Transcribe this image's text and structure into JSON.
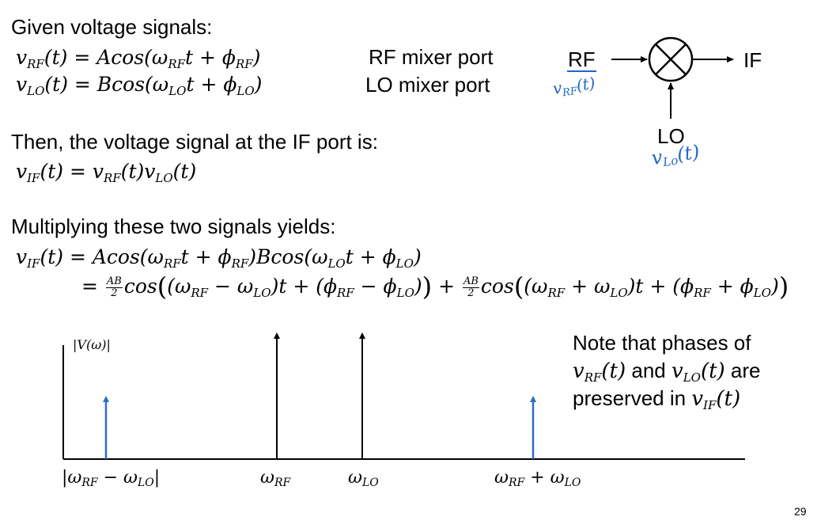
{
  "heading_given": "Given voltage signals:",
  "eq_rf": {
    "lhs": "v",
    "lhs_sub": "RF",
    "mid": "(t) = Acos(ω",
    "w_sub": "RF",
    "rest": "t + ϕ",
    "phi_sub": "RF",
    "end": ")"
  },
  "eq_lo": {
    "lhs": "v",
    "lhs_sub": "LO",
    "mid": "(t) = Bcos(ω",
    "w_sub": "LO",
    "rest": "t + ϕ",
    "phi_sub": "LO",
    "end": ")"
  },
  "rf_port_label": "RF mixer port",
  "lo_port_label": "LO mixer port",
  "mixer": {
    "rf": "RF",
    "if": "IF",
    "lo": "LO",
    "rf_annotation": "v",
    "rf_annotation_sub": "RF",
    "rf_annotation_tail": "(t)",
    "lo_annotation": "v",
    "lo_annotation_sub": "Lo",
    "lo_annotation_tail": "(t)",
    "ink_color": "#2167c6"
  },
  "then_text": "Then, the voltage signal at the IF port is:",
  "eq_if": "(t) = ",
  "multiplying_text": "Multiplying these two signals yields:",
  "product": {
    "line1_a": "(t) = Acos(ω",
    "line1_b": "Bcos(ω",
    "frac_num": "AB",
    "frac_den": "2",
    "cos": "cos",
    "plus": " + "
  },
  "note": {
    "line1": "Note that phases of",
    "line2_mid": " and ",
    "line2_end": " are",
    "line3": "preserved in "
  },
  "chart_data": {
    "type": "bar",
    "ylabel": "|V(ω)|",
    "categories": [
      "|ωRF − ωLO|",
      "ωRF",
      "ωLO",
      "ωRF + ωLO"
    ],
    "series": [
      {
        "values": [
          null,
          1.0,
          1.0,
          null
        ],
        "color": "#000000"
      },
      {
        "values": [
          0.5,
          null,
          null,
          0.5
        ],
        "color": "#2c6fc4"
      }
    ],
    "legend": "none",
    "grid": false
  },
  "page_number": "29"
}
